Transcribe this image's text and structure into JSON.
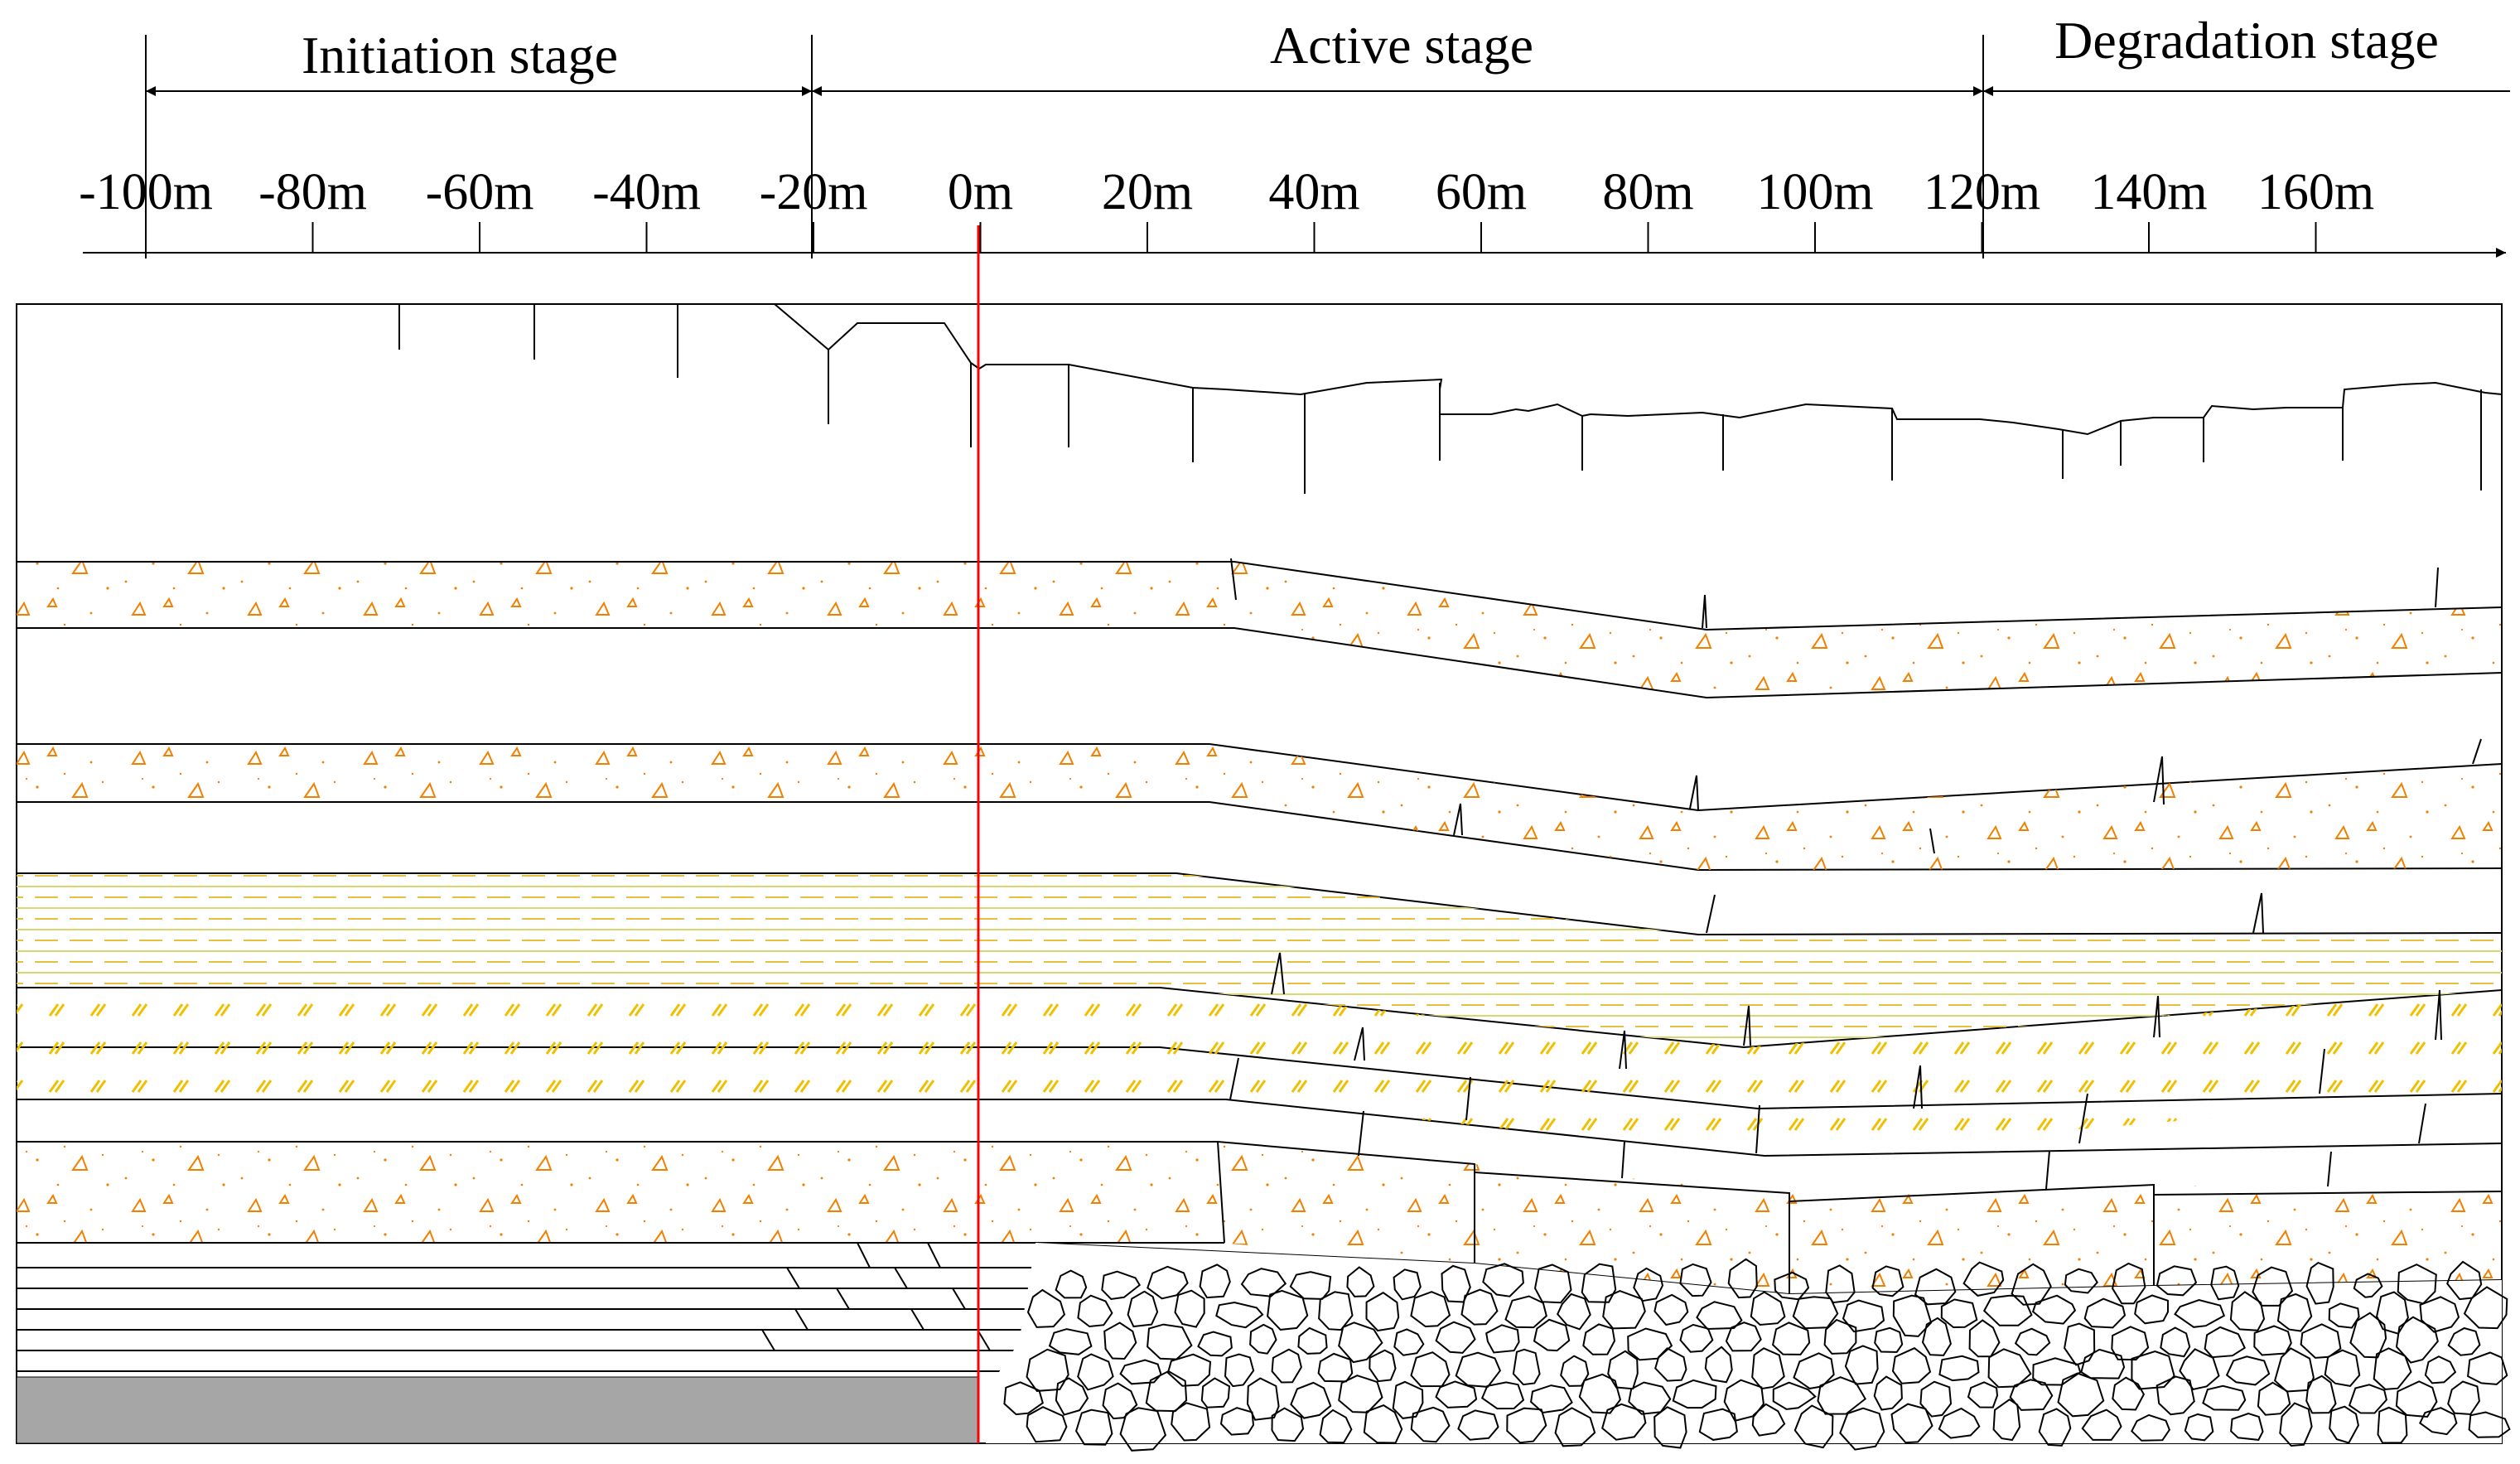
{
  "stages": [
    {
      "label": "Initiation stage"
    },
    {
      "label": "Active stage"
    },
    {
      "label": "Degradation stage"
    }
  ],
  "axis": {
    "ticks": [
      "-100m",
      "-80m",
      "-60m",
      "-40m",
      "-20m",
      "0m",
      "20m",
      "40m",
      "60m",
      "80m",
      "100m",
      "120m",
      "140m",
      "160m"
    ]
  },
  "colors": {
    "line": "#000000",
    "marker": "#ff0000",
    "gravel": "#f08000",
    "sand": "#f0c000",
    "silt": "#d8d870",
    "bedrock": "#a6a6a6"
  }
}
